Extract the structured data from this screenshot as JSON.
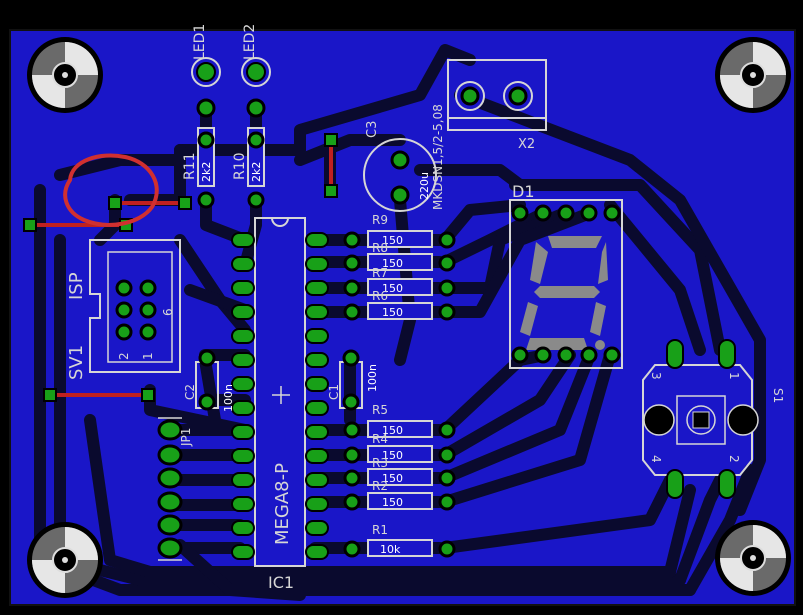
{
  "board": {
    "colors": {
      "background": "#000000",
      "copper_bottom": "#1a16c8",
      "trace": "#0a0a2e",
      "pad": "#18a018",
      "silk": "#d6d6d6",
      "air_wire": "#c02020",
      "segment": "#8a8a8a",
      "mark": "#d03030"
    },
    "labels": {
      "led1": "LED1",
      "led2": "LED2",
      "r11": "R11",
      "r10": "R10",
      "r11_val": "2k2",
      "r10_val": "2k2",
      "c3": "C3",
      "c3_val": "220u",
      "x2": "X2",
      "x2_part": "MKDSN1,5/2-5,08",
      "d1": "D1",
      "r9": "R9",
      "r8": "R8",
      "r7": "R7",
      "r6": "R6",
      "r5": "R5",
      "r4": "R4",
      "r3": "R3",
      "r2": "R2",
      "r1": "R1",
      "r_val_150": "150",
      "r1_val": "10k",
      "isp": "ISP",
      "sv1": "SV1",
      "pin2": "2",
      "pin1": "1",
      "pin6": "6",
      "c1": "C1",
      "c2": "C2",
      "c_val": "100n",
      "jp1": "JP1",
      "ic_part": "MEGA8-P",
      "ic1": "IC1",
      "s1": "S1",
      "s1_p1": "1",
      "s1_p2": "2",
      "s1_p3": "3",
      "s1_p4": "4"
    }
  }
}
